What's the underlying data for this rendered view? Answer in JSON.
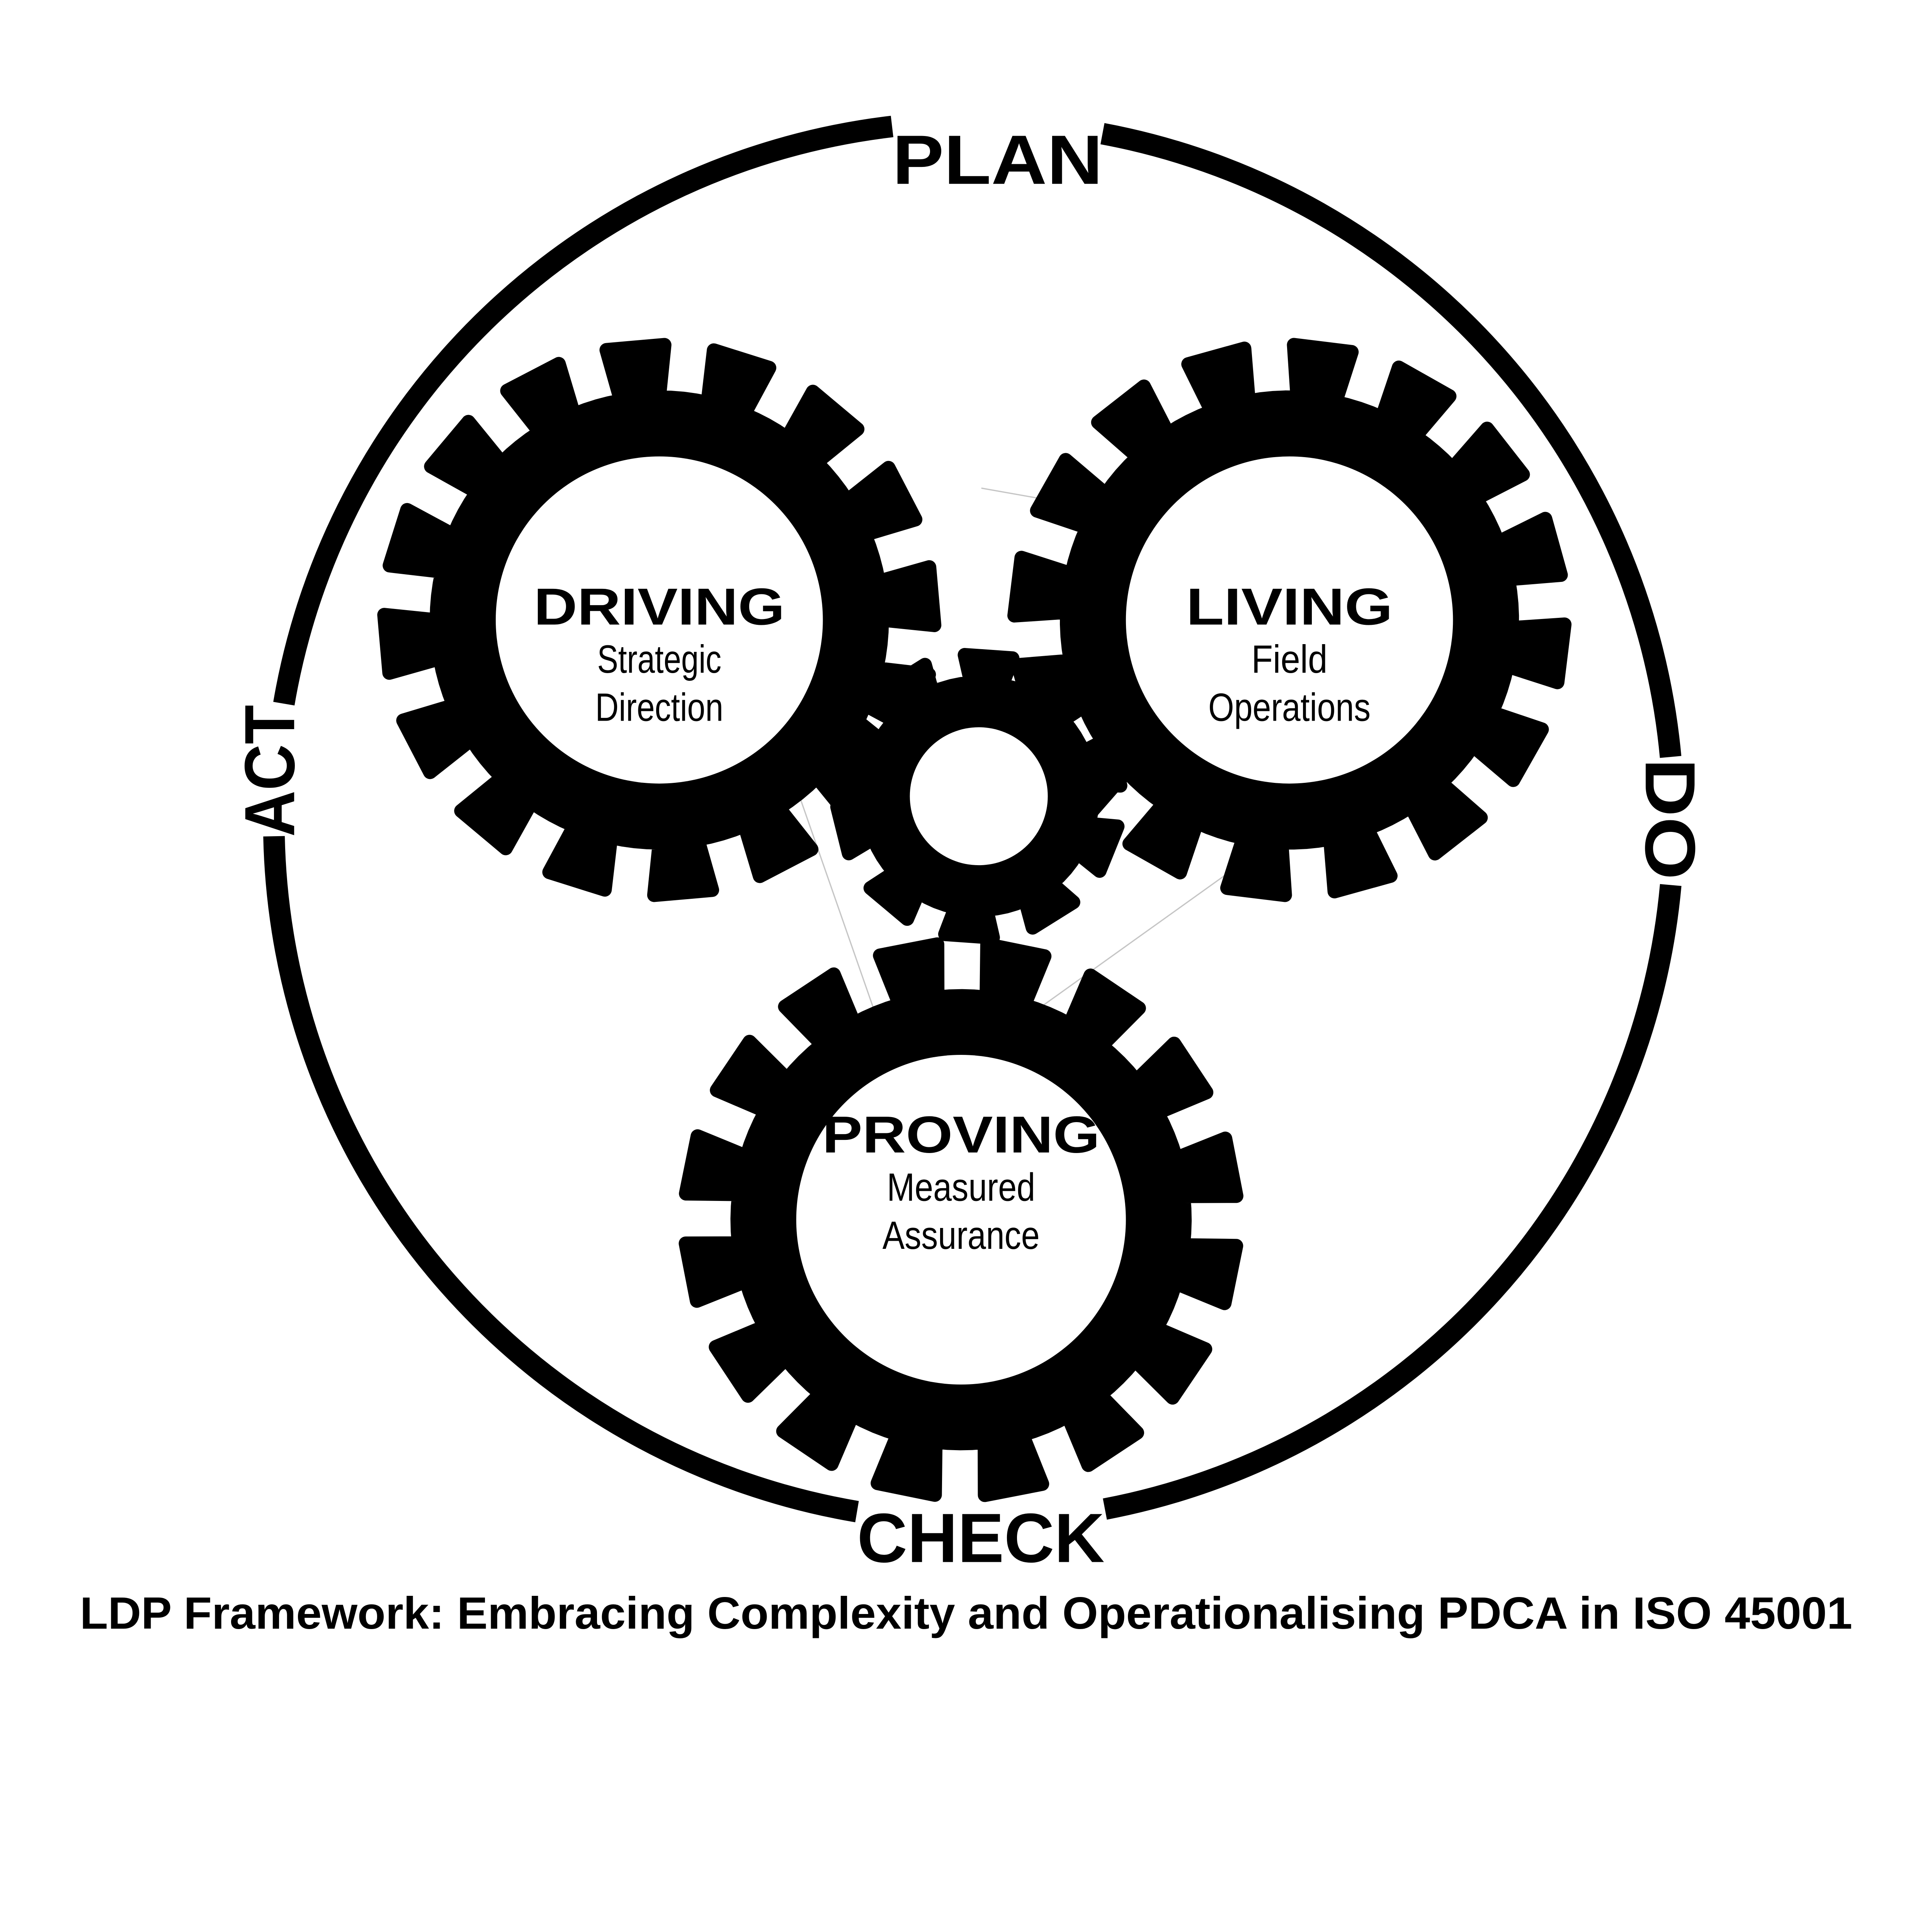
{
  "diagram": {
    "cycle": {
      "plan": "PLAN",
      "do": "DO",
      "check": "CHECK",
      "act": "ACT"
    },
    "gears": {
      "driving": {
        "title": "DRIVING",
        "lines": [
          "Strategic",
          "Direction"
        ]
      },
      "living": {
        "title": "LIVING",
        "lines": [
          "Field",
          "Operations"
        ]
      },
      "proving": {
        "title": "PROVING",
        "lines": [
          "Measured",
          "Assurance"
        ]
      }
    },
    "caption": "LDP Framework: Embracing Complexity and Operationalising PDCA in ISO 45001",
    "colors": {
      "gear": "#000000",
      "ring": "#000000",
      "plan": "#4f4f4f",
      "do": "#5a5a5a",
      "check": "#4c4c4c",
      "act": "#6f6f6f",
      "caption": "#000000",
      "guides": "#c5c5c5",
      "background": "#ffffff",
      "gear_face": "#ffffff"
    }
  }
}
